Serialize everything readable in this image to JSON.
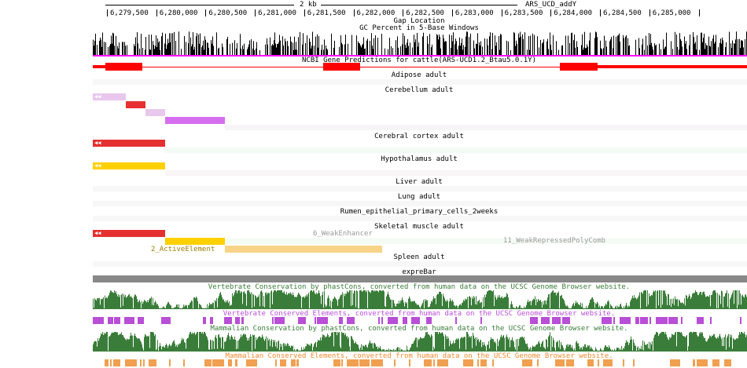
{
  "ruler": {
    "scale_label": "2 kb",
    "assembly_label": "ARS_UCD_addY",
    "ticks": [
      "6,279,500",
      "6,280,000",
      "6,280,500",
      "6,281,000",
      "6,281,500",
      "6,282,000",
      "6,282,500",
      "6,283,000",
      "6,283,500",
      "6,284,000",
      "6,284,500",
      "6,285,000"
    ]
  },
  "tracks": {
    "gap": "Gap Location",
    "gc": "GC Percent in 5-Base Windows",
    "ncbi": "NCBI Gene Predictions for cattle(ARS-UCD1.2_Btau5.0.1Y)",
    "adipose": "Adipose adult",
    "cerebellum": "Cerebellum adult",
    "cortex": "Cerebral cortex adult",
    "hypothalamus": "Hypothalamus adult",
    "liver": "Liver adult",
    "lung": "Lung adult",
    "rumen": "Rumen_epithelial_primary_cells_2weeks",
    "skeletal": "Skeletal muscle adult",
    "weak_enhancer": "6_WeakEnhancer",
    "weak_repressed": "11_WeakRepressedPolyComb",
    "active_element": "2_ActiveElement",
    "spleen": "Spleen adult",
    "exprebar": "expreBar",
    "vert_phastcons": "Vertebrate Conservation by phastCons, converted from human data on the UCSC Genome Browser website.",
    "vert_elements": "Vertebrate Conserved Elements, converted from human data on the UCSC Genome Browser website.",
    "mamm_phastcons": "Mammalian Conservation by phastCons, converted from human data on the UCSC Genome Browser website.",
    "mamm_elements": "Mammalian Conserved Elements, converted from human data on the UCSC Genome Browser website."
  },
  "icons": {
    "strand_arrow": "left-double-arrow-icon"
  },
  "colors": {
    "gene": "#ff0000",
    "conservation": "#3a7d3a",
    "vert_elements": "#b84fd6",
    "mamm_elements": "#f0a050",
    "exprebar": "#888888",
    "active_red": "#e53030",
    "weak_yellow": "#ffd000",
    "pink_light": "#e8c8ec",
    "magenta": "#d66ef0",
    "tan": "#f8d488"
  }
}
